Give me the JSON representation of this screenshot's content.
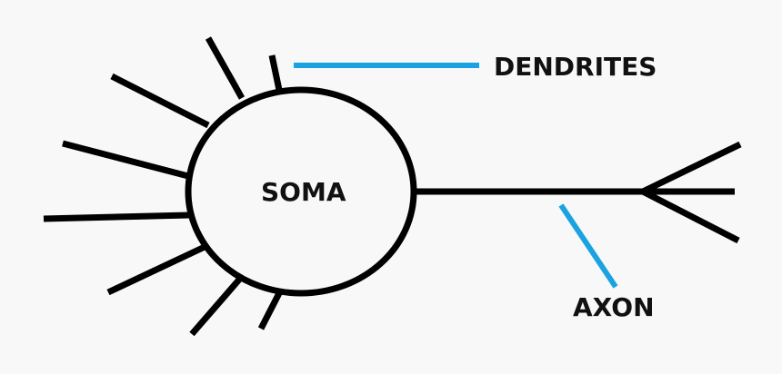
{
  "labels": {
    "soma": "SOMA",
    "dendrites": "DENDRITES",
    "axon": "AXON"
  },
  "colors": {
    "background": "#f8f8f8",
    "structure": "#000000",
    "pointer": "#1aa3e0",
    "text": "#111111"
  }
}
